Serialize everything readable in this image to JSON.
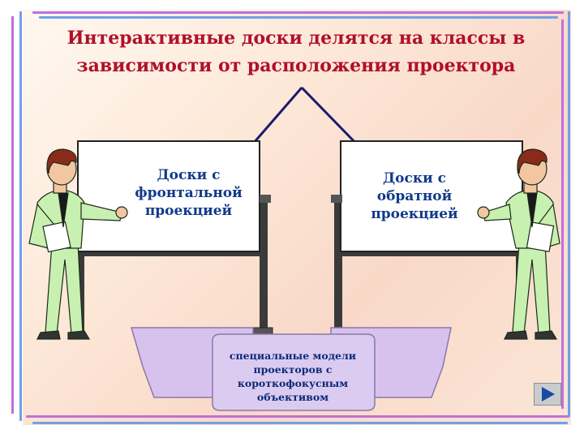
{
  "slide": {
    "title": "Интерактивные доски делятся на классы в зависимости от расположения проектора",
    "board_left_label": "Доски с фронтальной проекцией",
    "board_right_label": "Доски с обратной проекцией",
    "scroll_label": "специальные модели проекторов с короткофокусным объективом"
  },
  "colors": {
    "title": "#b0102a",
    "board_text": "#103a8a",
    "arrow": "#1a1a70",
    "scroll_fill": "#d6c2ec",
    "suit": "#c8f0b0"
  },
  "icons": {
    "next": "play-right-icon"
  }
}
